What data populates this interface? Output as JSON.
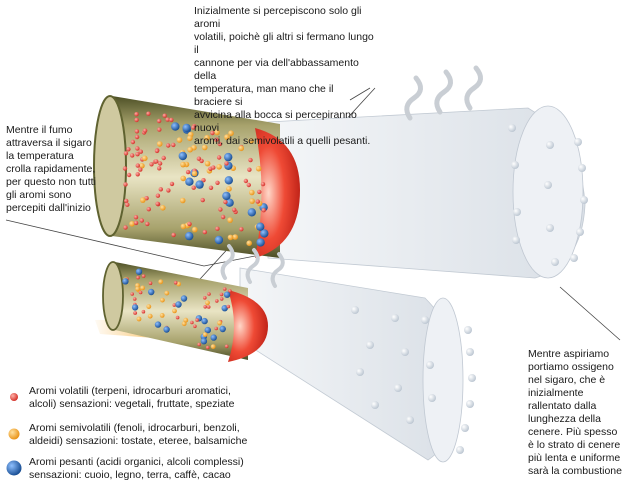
{
  "notes": {
    "top": "Inizialmente  si percepiscono  solo gli aromi\nvolatili,  poichè gli altri si fermano lungo il\ncannone per via dell'abbassamento  della\ntemperatura, man mano che il braciere si\navvicina  alla bocca si percepiranno nuovi\naromi, dai semivolatili  a quelli pesanti.",
    "left": "Mentre il fumo\nattraversa il sigaro\nla temperatura\ncrolla rapidamente,\nper questo non tutti\ngli aromi sono\npercepiti dall'inizio",
    "right": "Mentre aspiriamo\nportiamo ossigeno\nnel sigaro, che è\ninizialmente\nrallentato dalla\nlunghezza della\ncenere. Più spesso\nè lo strato di cenere\npiù lenta e uniforme\nsarà la combustione"
  },
  "legend": [
    {
      "key": "volatile",
      "text": "Aromi volatili  (terpeni, idrocarburi aromatici,\nalcoli) sensazioni: vegetali, fruttate, speziate",
      "color": "#e23a32"
    },
    {
      "key": "semi",
      "text": "Aromi semivolatili  (fenoli, idrocarburi, benzoli,\naldeidi) sensazioni: tostate, eteree, balsamiche",
      "color": "#f0a21c"
    },
    {
      "key": "heavy",
      "text": "Aromi pesanti (acidi organici, alcoli complessi)\nsensazioni: cuoio, legno, terra, caffè, cacao",
      "color": "#1e5fae"
    }
  ],
  "colors": {
    "cigar_body": "#6b6f3c",
    "cigar_inner": "#cfc9a0",
    "ember": "#e02a20",
    "ash": "#e8ecf0",
    "smoke": "#eef0f2",
    "line": "#444444",
    "glow": "#f5a623"
  }
}
